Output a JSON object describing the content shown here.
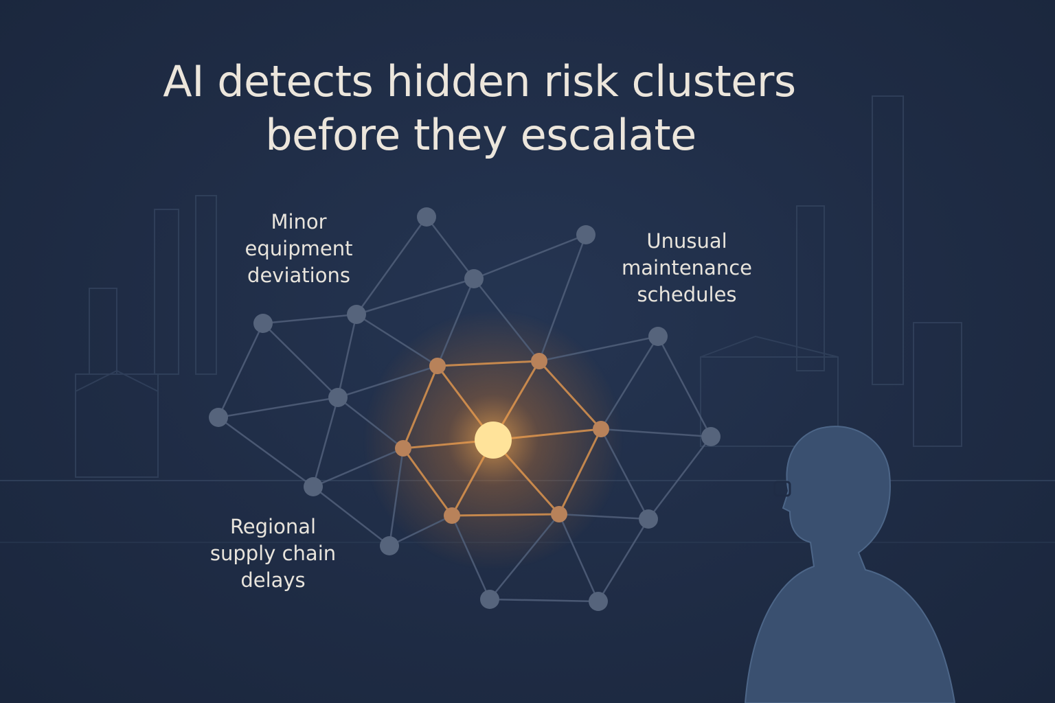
{
  "title": {
    "line1": "AI detects hidden risk clusters",
    "line2": "before they escalate"
  },
  "labels": {
    "equipment": [
      "Minor",
      "equipment",
      "deviations"
    ],
    "maintenance": [
      "Unusual",
      "maintenance",
      "schedules"
    ],
    "supply": [
      "Regional",
      "supply chain",
      "delays"
    ]
  },
  "colors": {
    "background": "#1f2c45",
    "node": "#56647c",
    "edge": "#4f5e78",
    "hot": "#f0a050",
    "core": "#ffe39a",
    "text": "#ece6dc"
  }
}
